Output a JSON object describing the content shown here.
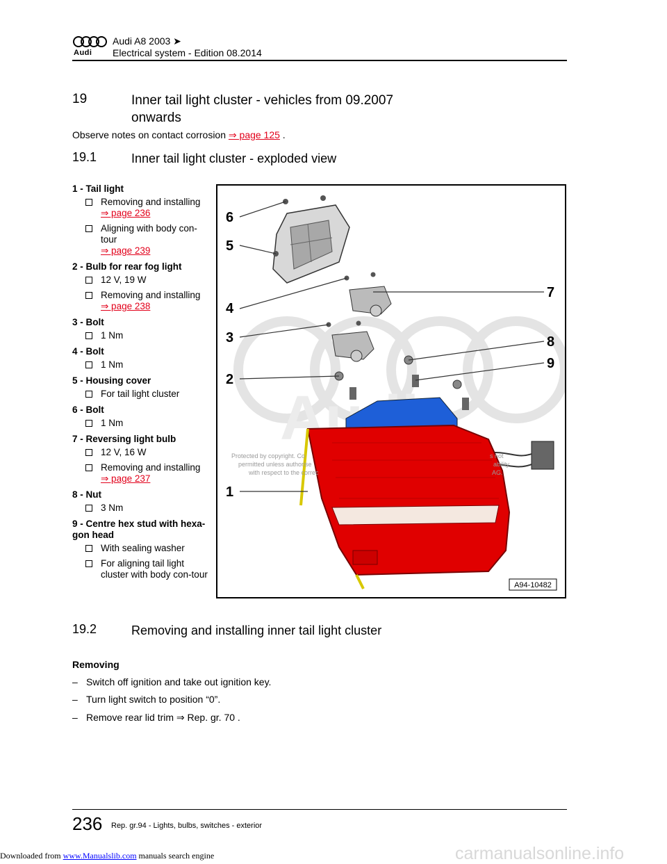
{
  "header": {
    "brand_word": "Audi",
    "model": "Audi A8 2003 ➤",
    "edition": "Electrical system - Edition 08.2014"
  },
  "section19": {
    "number": "19",
    "title": "Inner tail light cluster - vehicles from 09.2007 onwards",
    "note_prefix": "Observe notes on contact corrosion ",
    "note_link": "⇒ page 125",
    "note_suffix": " ."
  },
  "section19_1": {
    "number": "19.1",
    "title": "Inner tail light cluster - exploded view"
  },
  "legend": [
    {
      "label": "1 - Tail light",
      "subs": [
        {
          "text": "Removing and installing",
          "link": "⇒ page 236"
        },
        {
          "text": "Aligning with body con-tour",
          "link": "⇒ page 239"
        }
      ]
    },
    {
      "label": "2 - Bulb for rear fog light",
      "subs": [
        {
          "text": "12 V, 19 W",
          "link": ""
        },
        {
          "text": "Removing and installing",
          "link": "⇒ page 238"
        }
      ]
    },
    {
      "label": "3 - Bolt",
      "subs": [
        {
          "text": "1 Nm",
          "link": ""
        }
      ]
    },
    {
      "label": "4 - Bolt",
      "subs": [
        {
          "text": "1 Nm",
          "link": ""
        }
      ]
    },
    {
      "label": "5 - Housing cover",
      "subs": [
        {
          "text": "For tail light cluster",
          "link": ""
        }
      ]
    },
    {
      "label": "6 - Bolt",
      "subs": [
        {
          "text": "1 Nm",
          "link": ""
        }
      ]
    },
    {
      "label": "7 - Reversing light bulb",
      "subs": [
        {
          "text": "12 V, 16 W",
          "link": ""
        },
        {
          "text": "Removing and installing",
          "link": "⇒ page 237"
        }
      ]
    },
    {
      "label": "8 - Nut",
      "subs": [
        {
          "text": "3 Nm",
          "link": ""
        }
      ]
    },
    {
      "label": "9 - Centre hex stud with hexa-gon head",
      "subs": [
        {
          "text": "With sealing washer",
          "link": ""
        },
        {
          "text": "For aligning tail light cluster with body con-tour",
          "link": ""
        }
      ]
    }
  ],
  "figure": {
    "callouts": [
      "6",
      "5",
      "4",
      "3",
      "2",
      "1",
      "7",
      "8",
      "9"
    ],
    "code": "A94-10482",
    "watermark_lines": [
      "Protected by copyright. Co",
      "permitted unless authorise",
      "with respect to the correc",
      "s not",
      "ability",
      "AG."
    ]
  },
  "section19_2": {
    "number": "19.2",
    "title": "Removing and installing inner tail light cluster"
  },
  "removing": {
    "heading": "Removing",
    "steps": [
      {
        "dash": "–",
        "text": "Switch off ignition and take out ignition key."
      },
      {
        "dash": "–",
        "text": "Turn light switch to position “0”."
      },
      {
        "dash": "–",
        "text": "Remove rear lid trim ⇒  Rep. gr.  70 ."
      }
    ]
  },
  "footer": {
    "page_number": "236",
    "text": "Rep. gr.94 - Lights, bulbs, switches - exterior"
  },
  "download": {
    "prefix": "Downloaded from ",
    "site": "www.Manualslib.com",
    "suffix": "  manuals search engine"
  },
  "watermark_site": "carmanualsonline.info"
}
